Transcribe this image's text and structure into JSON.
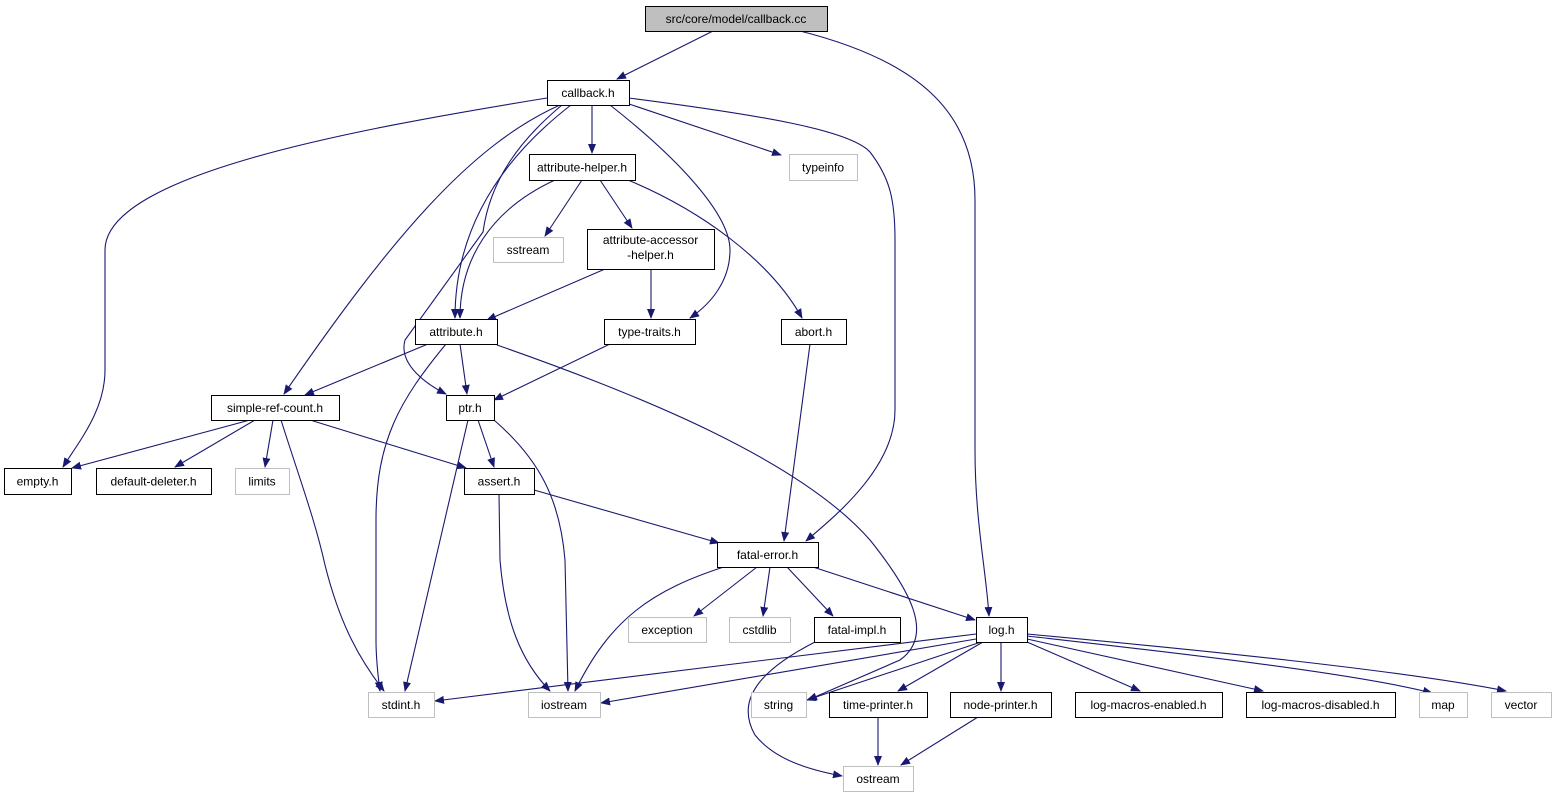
{
  "graph": {
    "type": "include-dependency-graph",
    "colors": {
      "edge": "#191970",
      "root_fill": "#bfbfbf",
      "documented_border": "#000000",
      "external_border": "#bfbfbf"
    },
    "nodes": [
      {
        "id": "root",
        "label": "src/core/model/callback.cc",
        "kind": "root"
      },
      {
        "id": "callback",
        "label": "callback.h",
        "kind": "documented"
      },
      {
        "id": "attrhelper",
        "label": "attribute-helper.h",
        "kind": "documented"
      },
      {
        "id": "typeinfo",
        "label": "typeinfo",
        "kind": "external"
      },
      {
        "id": "sstream",
        "label": "sstream",
        "kind": "external"
      },
      {
        "id": "accessor",
        "label": "attribute-accessor\n-helper.h",
        "line1": "attribute-accessor",
        "line2": "-helper.h",
        "kind": "documented"
      },
      {
        "id": "attribute",
        "label": "attribute.h",
        "kind": "documented"
      },
      {
        "id": "typetraits",
        "label": "type-traits.h",
        "kind": "documented"
      },
      {
        "id": "abort",
        "label": "abort.h",
        "kind": "documented"
      },
      {
        "id": "simpleref",
        "label": "simple-ref-count.h",
        "kind": "documented"
      },
      {
        "id": "ptr",
        "label": "ptr.h",
        "kind": "documented"
      },
      {
        "id": "empty",
        "label": "empty.h",
        "kind": "documented"
      },
      {
        "id": "deleter",
        "label": "default-deleter.h",
        "kind": "documented"
      },
      {
        "id": "limits",
        "label": "limits",
        "kind": "external"
      },
      {
        "id": "assert",
        "label": "assert.h",
        "kind": "documented"
      },
      {
        "id": "fatalerror",
        "label": "fatal-error.h",
        "kind": "documented"
      },
      {
        "id": "exception",
        "label": "exception",
        "kind": "external"
      },
      {
        "id": "cstdlib",
        "label": "cstdlib",
        "kind": "external"
      },
      {
        "id": "fatalimpl",
        "label": "fatal-impl.h",
        "kind": "documented"
      },
      {
        "id": "log",
        "label": "log.h",
        "kind": "documented"
      },
      {
        "id": "stdint",
        "label": "stdint.h",
        "kind": "external"
      },
      {
        "id": "iostream",
        "label": "iostream",
        "kind": "external"
      },
      {
        "id": "string",
        "label": "string",
        "kind": "external"
      },
      {
        "id": "timeprinter",
        "label": "time-printer.h",
        "kind": "documented"
      },
      {
        "id": "nodeprinter",
        "label": "node-printer.h",
        "kind": "documented"
      },
      {
        "id": "lme",
        "label": "log-macros-enabled.h",
        "kind": "documented"
      },
      {
        "id": "lmd",
        "label": "log-macros-disabled.h",
        "kind": "documented"
      },
      {
        "id": "map",
        "label": "map",
        "kind": "external"
      },
      {
        "id": "vector",
        "label": "vector",
        "kind": "external"
      },
      {
        "id": "ostream",
        "label": "ostream",
        "kind": "external"
      }
    ],
    "edges": [
      [
        "root",
        "callback"
      ],
      [
        "root",
        "log"
      ],
      [
        "callback",
        "empty"
      ],
      [
        "callback",
        "simpleref"
      ],
      [
        "callback",
        "ptr"
      ],
      [
        "callback",
        "attribute"
      ],
      [
        "callback",
        "attrhelper"
      ],
      [
        "callback",
        "typetraits"
      ],
      [
        "callback",
        "typeinfo"
      ],
      [
        "callback",
        "fatalerror"
      ],
      [
        "attrhelper",
        "attribute"
      ],
      [
        "attrhelper",
        "sstream"
      ],
      [
        "attrhelper",
        "accessor"
      ],
      [
        "attrhelper",
        "abort"
      ],
      [
        "accessor",
        "attribute"
      ],
      [
        "accessor",
        "typetraits"
      ],
      [
        "attribute",
        "simpleref"
      ],
      [
        "attribute",
        "stdint"
      ],
      [
        "attribute",
        "ptr"
      ],
      [
        "attribute",
        "string"
      ],
      [
        "typetraits",
        "ptr"
      ],
      [
        "abort",
        "fatalerror"
      ],
      [
        "simpleref",
        "empty"
      ],
      [
        "simpleref",
        "deleter"
      ],
      [
        "simpleref",
        "limits"
      ],
      [
        "simpleref",
        "stdint"
      ],
      [
        "simpleref",
        "assert"
      ],
      [
        "ptr",
        "stdint"
      ],
      [
        "ptr",
        "assert"
      ],
      [
        "ptr",
        "iostream"
      ],
      [
        "assert",
        "iostream"
      ],
      [
        "assert",
        "fatalerror"
      ],
      [
        "fatalerror",
        "iostream"
      ],
      [
        "fatalerror",
        "exception"
      ],
      [
        "fatalerror",
        "cstdlib"
      ],
      [
        "fatalerror",
        "fatalimpl"
      ],
      [
        "fatalerror",
        "log"
      ],
      [
        "fatalimpl",
        "ostream"
      ],
      [
        "log",
        "stdint"
      ],
      [
        "log",
        "iostream"
      ],
      [
        "log",
        "string"
      ],
      [
        "log",
        "timeprinter"
      ],
      [
        "log",
        "nodeprinter"
      ],
      [
        "log",
        "lme"
      ],
      [
        "log",
        "lmd"
      ],
      [
        "log",
        "map"
      ],
      [
        "log",
        "vector"
      ],
      [
        "timeprinter",
        "ostream"
      ],
      [
        "nodeprinter",
        "ostream"
      ]
    ]
  }
}
